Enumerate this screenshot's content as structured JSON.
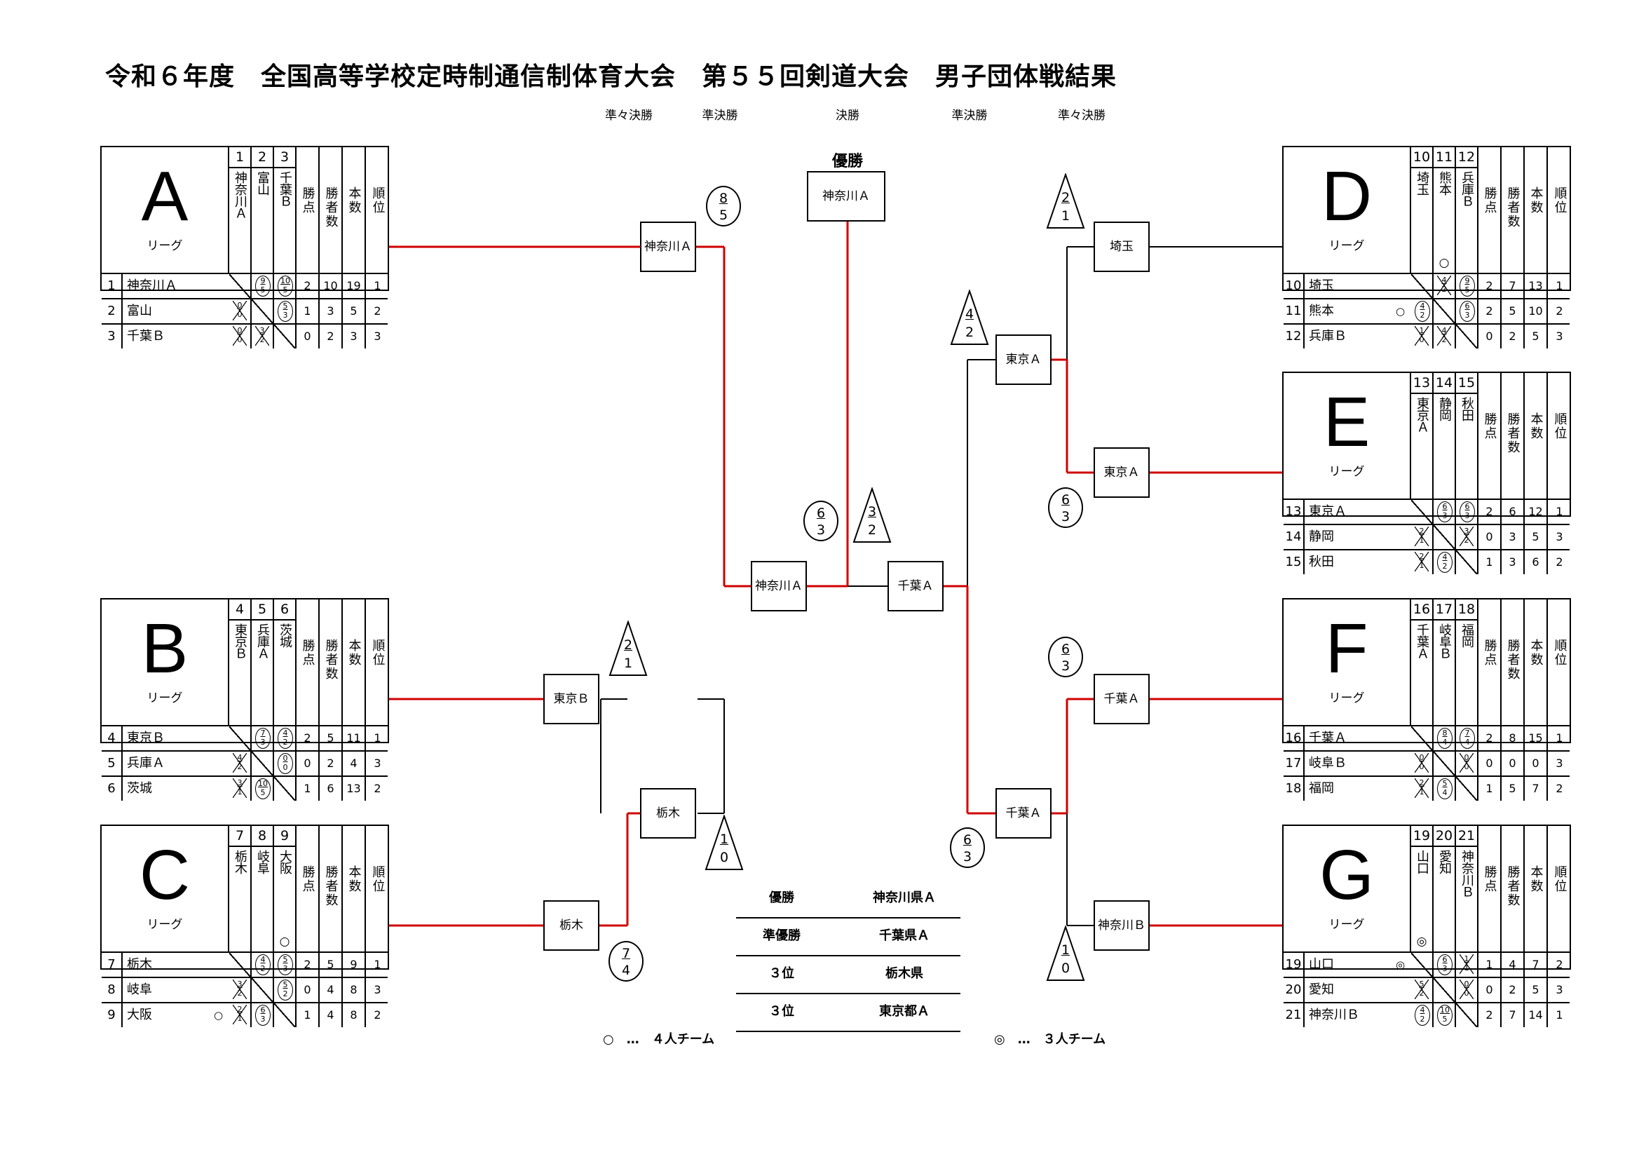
{
  "title": "令和６年度　全国高等学校定時制通信制体育大会　第５５回剣道大会　男子団体戦結果",
  "rounds": {
    "qf_left": "準々決勝",
    "sf_left": "準決勝",
    "final": "決勝",
    "sf_right": "準決勝",
    "qf_right": "準々決勝"
  },
  "champion_label": "優勝",
  "league_suffix": "リーグ",
  "stat_headers": {
    "points": "勝点",
    "winners": "勝者数",
    "ippon": "本数",
    "rank": "順位"
  },
  "leagues": [
    {
      "letter": "A",
      "teams": [
        {
          "no": "1",
          "col": "神奈川Ａ",
          "name": "神奈川Ａ",
          "mark": "",
          "res": [
            "x",
            [
              "9",
              "5",
              "w"
            ],
            [
              "10",
              "5",
              "w"
            ]
          ],
          "stats": [
            "2",
            "10",
            "19",
            "1"
          ]
        },
        {
          "no": "2",
          "col": "富山",
          "name": "富山",
          "mark": "",
          "res": [
            [
              "0",
              "0",
              "l"
            ],
            "x",
            [
              "5",
              "3",
              "w"
            ]
          ],
          "stats": [
            "1",
            "3",
            "5",
            "2"
          ]
        },
        {
          "no": "3",
          "col": "千葉Ｂ",
          "name": "千葉Ｂ",
          "mark": "",
          "res": [
            [
              "0",
              "0",
              "l"
            ],
            [
              "3",
              "2",
              "l"
            ],
            "x"
          ],
          "stats": [
            "0",
            "2",
            "3",
            "3"
          ]
        }
      ]
    },
    {
      "letter": "B",
      "teams": [
        {
          "no": "4",
          "col": "東京Ｂ",
          "name": "東京Ｂ",
          "mark": "",
          "res": [
            "x",
            [
              "7",
              "3",
              "w"
            ],
            [
              "4",
              "2",
              "w"
            ]
          ],
          "stats": [
            "2",
            "5",
            "11",
            "1"
          ]
        },
        {
          "no": "5",
          "col": "兵庫Ａ",
          "name": "兵庫Ａ",
          "mark": "",
          "res": [
            [
              "4",
              "2",
              "l"
            ],
            "x",
            [
              "0",
              "0",
              "w"
            ]
          ],
          "stats": [
            "0",
            "2",
            "4",
            "3"
          ]
        },
        {
          "no": "6",
          "col": "茨城",
          "name": "茨城",
          "mark": "",
          "res": [
            [
              "3",
              "1",
              "l"
            ],
            [
              "10",
              "5",
              "w"
            ],
            "x"
          ],
          "stats": [
            "1",
            "6",
            "13",
            "2"
          ]
        }
      ]
    },
    {
      "letter": "C",
      "teams": [
        {
          "no": "7",
          "col": "栃木",
          "name": "栃木",
          "mark": "",
          "res": [
            "x",
            [
              "4",
              "2",
              "w"
            ],
            [
              "5",
              "3",
              "w"
            ]
          ],
          "stats": [
            "2",
            "5",
            "9",
            "1"
          ]
        },
        {
          "no": "8",
          "col": "岐阜",
          "name": "岐阜",
          "mark": "",
          "res": [
            [
              "3",
              "2",
              "l"
            ],
            "x",
            [
              "5",
              "2",
              "w"
            ]
          ],
          "stats": [
            "0",
            "4",
            "8",
            "3"
          ]
        },
        {
          "no": "9",
          "col": "大阪",
          "name": "大阪",
          "mark": "○",
          "res": [
            [
              "2",
              "1",
              "l"
            ],
            [
              "6",
              "3",
              "w"
            ],
            "x"
          ],
          "stats": [
            "1",
            "4",
            "8",
            "2"
          ]
        }
      ]
    },
    {
      "letter": "D",
      "teams": [
        {
          "no": "10",
          "col": "埼玉",
          "name": "埼玉",
          "mark": "",
          "res": [
            "x",
            [
              "4",
              "2",
              "l"
            ],
            [
              "9",
              "5",
              "w"
            ]
          ],
          "stats": [
            "2",
            "7",
            "13",
            "1"
          ]
        },
        {
          "no": "11",
          "col": "熊本",
          "name": "熊本",
          "mark": "○",
          "res": [
            [
              "4",
              "2",
              "w"
            ],
            "x",
            [
              "6",
              "3",
              "w"
            ]
          ],
          "stats": [
            "2",
            "5",
            "10",
            "2"
          ]
        },
        {
          "no": "12",
          "col": "兵庫Ｂ",
          "name": "兵庫Ｂ",
          "mark": "",
          "res": [
            [
              "1",
              "0",
              "l"
            ],
            [
              "4",
              "2",
              "l"
            ],
            "x"
          ],
          "stats": [
            "0",
            "2",
            "5",
            "3"
          ]
        }
      ]
    },
    {
      "letter": "E",
      "teams": [
        {
          "no": "13",
          "col": "東京Ａ",
          "name": "東京Ａ",
          "mark": "",
          "res": [
            "x",
            [
              "6",
              "3",
              "w"
            ],
            [
              "6",
              "3",
              "w"
            ]
          ],
          "stats": [
            "2",
            "6",
            "12",
            "1"
          ]
        },
        {
          "no": "14",
          "col": "静岡",
          "name": "静岡",
          "mark": "",
          "res": [
            [
              "2",
              "1",
              "l"
            ],
            "x",
            [
              "3",
              "2",
              "l"
            ]
          ],
          "stats": [
            "0",
            "3",
            "5",
            "3"
          ]
        },
        {
          "no": "15",
          "col": "秋田",
          "name": "秋田",
          "mark": "",
          "res": [
            [
              "2",
              "1",
              "l"
            ],
            [
              "4",
              "2",
              "w"
            ],
            "x"
          ],
          "stats": [
            "1",
            "3",
            "6",
            "2"
          ]
        }
      ]
    },
    {
      "letter": "F",
      "teams": [
        {
          "no": "16",
          "col": "千葉Ａ",
          "name": "千葉Ａ",
          "mark": "",
          "res": [
            "x",
            [
              "8",
              "4",
              "w"
            ],
            [
              "7",
              "4",
              "w"
            ]
          ],
          "stats": [
            "2",
            "8",
            "15",
            "1"
          ]
        },
        {
          "no": "17",
          "col": "岐阜Ｂ",
          "name": "岐阜Ｂ",
          "mark": "",
          "res": [
            [
              "0",
              "0",
              "l"
            ],
            "x",
            [
              "0",
              "0",
              "l"
            ]
          ],
          "stats": [
            "0",
            "0",
            "0",
            "3"
          ]
        },
        {
          "no": "18",
          "col": "福岡",
          "name": "福岡",
          "mark": "",
          "res": [
            [
              "2",
              "1",
              "l"
            ],
            [
              "5",
              "4",
              "w"
            ],
            "x"
          ],
          "stats": [
            "1",
            "5",
            "7",
            "2"
          ]
        }
      ]
    },
    {
      "letter": "G",
      "teams": [
        {
          "no": "19",
          "col": "山口",
          "name": "山口",
          "mark": "◎",
          "res": [
            "x",
            [
              "6",
              "3",
              "w"
            ],
            [
              "1",
              "1",
              "l"
            ]
          ],
          "stats": [
            "1",
            "4",
            "7",
            "2"
          ]
        },
        {
          "no": "20",
          "col": "愛知",
          "name": "愛知",
          "mark": "",
          "res": [
            [
              "5",
              "2",
              "l"
            ],
            "x",
            [
              "0",
              "0",
              "l"
            ]
          ],
          "stats": [
            "0",
            "2",
            "5",
            "3"
          ]
        },
        {
          "no": "21",
          "col": "神奈川Ｂ",
          "name": "神奈川Ｂ",
          "mark": "",
          "res": [
            [
              "4",
              "2",
              "w"
            ],
            [
              "10",
              "5",
              "w"
            ],
            "x"
          ],
          "stats": [
            "2",
            "7",
            "14",
            "1"
          ]
        }
      ]
    }
  ],
  "col_marks": {
    "D11": "○",
    "C9": "○",
    "G19": "◎"
  },
  "bracket": {
    "qf_left_top": "神奈川Ａ",
    "qf_left_b": "東京Ｂ",
    "qf_left_c": "栃木",
    "sf_left": "栃木",
    "final_left": "神奈川Ａ",
    "final_right": "千葉Ａ",
    "champion": "神奈川Ａ",
    "qf_right_d": "埼玉",
    "sf_right_top": "東京Ａ",
    "qf_right_e": "東京Ａ",
    "qf_right_f": "千葉Ａ",
    "sf_right_bottom": "千葉Ａ",
    "qf_right_g": "神奈川Ｂ"
  },
  "scores": {
    "a_circle": [
      "8",
      "5"
    ],
    "bc_tri": [
      "2",
      "1"
    ],
    "c_circle": [
      "7",
      "4"
    ],
    "sfl_tri": [
      "1",
      "0"
    ],
    "fin_circle": [
      "6",
      "3"
    ],
    "fin_tri": [
      "3",
      "2"
    ],
    "d_tri": [
      "2",
      "1"
    ],
    "de_tri": [
      "4",
      "2"
    ],
    "e_circle": [
      "6",
      "3"
    ],
    "f_circle": [
      "6",
      "3"
    ],
    "g_tri": [
      "1",
      "0"
    ],
    "fg_circle": [
      "6",
      "3"
    ]
  },
  "results": [
    {
      "rank": "優勝",
      "team": "神奈川県Ａ"
    },
    {
      "rank": "準優勝",
      "team": "千葉県Ａ"
    },
    {
      "rank": "３位",
      "team": "栃木県"
    },
    {
      "rank": "３位",
      "team": "東京都Ａ"
    }
  ],
  "legend": {
    "four": "○　…　４人チーム",
    "three": "◎　…　３人チーム"
  },
  "colors": {
    "win_line": "#d00000",
    "line": "#000000"
  }
}
